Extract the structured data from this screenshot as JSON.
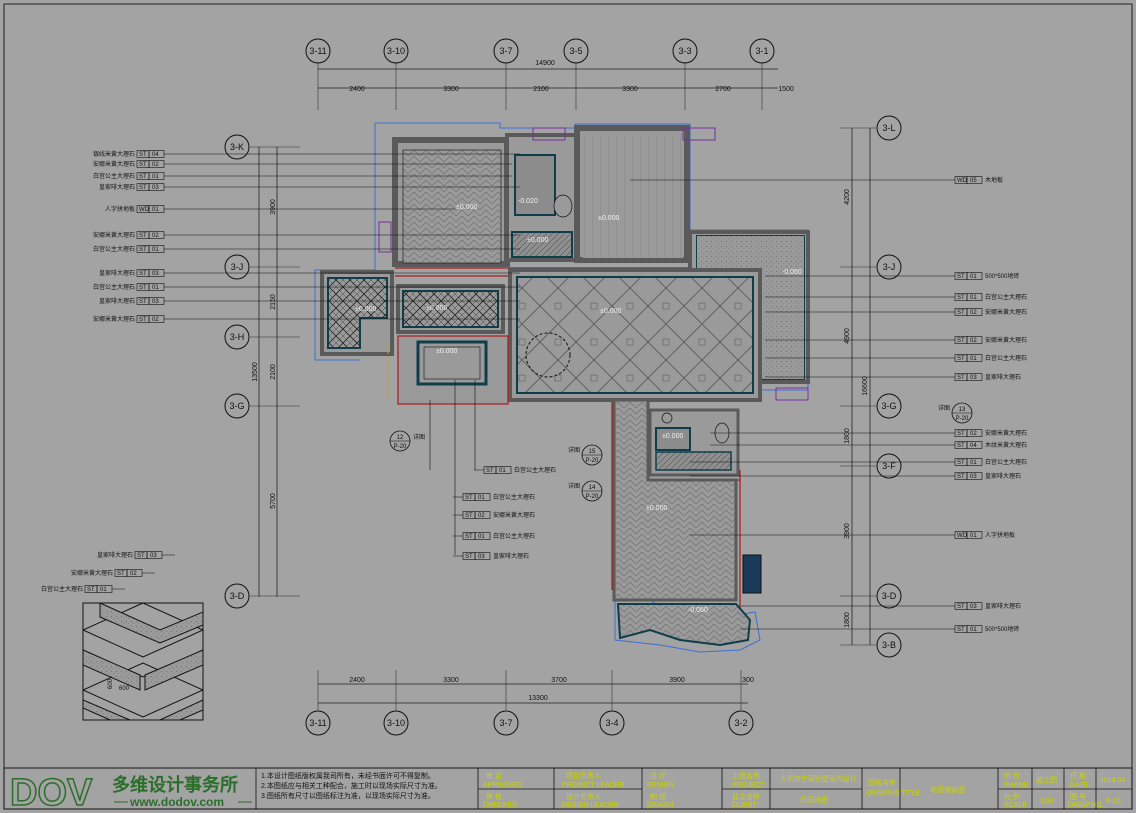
{
  "drawing": {
    "top_axes": [
      "3-11",
      "3-10",
      "3-7",
      "3-5",
      "3-3",
      "3-1"
    ],
    "top_dims": [
      "2400",
      "3300",
      "2100",
      "3300",
      "2700",
      "1500"
    ],
    "top_total": "14900",
    "bottom_axes": [
      "3-11",
      "3-10",
      "3-7",
      "3-4",
      "3-2"
    ],
    "bottom_dims": [
      "2400",
      "3300",
      "3700",
      "3900",
      "300"
    ],
    "bottom_total": "13300",
    "left_axes": [
      "3-K",
      "3-J",
      "3-H",
      "3-G",
      "3-D"
    ],
    "left_dims": [
      "3900",
      "2150",
      "2100",
      "5700"
    ],
    "left_total": "13500",
    "right_axes": [
      "3-L",
      "3-J",
      "3-G",
      "3-F",
      "3-D",
      "3-B"
    ],
    "right_dims": [
      "4200",
      "4900",
      "1800",
      "3900",
      "1800"
    ],
    "right_total": "16600",
    "levels": [
      "±0.000",
      "-0.020",
      "±0.000",
      "±0.000",
      "-0.050",
      "±0.000",
      "±0.000",
      "±0.000",
      "±0.000",
      "±0.000",
      "±0.000",
      "-0.050"
    ],
    "left_labels": [
      {
        "text": "银线米黄大理石",
        "code": "ST",
        "num": "04"
      },
      {
        "text": "安娜米黄大理石",
        "code": "ST",
        "num": "02"
      },
      {
        "text": "白宫公主大理石",
        "code": "ST",
        "num": "01"
      },
      {
        "text": "皇家啡大理石",
        "code": "ST",
        "num": "03"
      },
      {
        "text": "人字拼地板",
        "code": "WD",
        "num": "01"
      },
      {
        "text": "安娜米黄大理石",
        "code": "ST",
        "num": "02"
      },
      {
        "text": "白宫公主大理石",
        "code": "ST",
        "num": "01"
      },
      {
        "text": "皇家啡大理石",
        "code": "ST",
        "num": "03"
      },
      {
        "text": "白宫公主大理石",
        "code": "ST",
        "num": "01"
      },
      {
        "text": "皇家啡大理石",
        "code": "ST",
        "num": "03"
      },
      {
        "text": "安娜米黄大理石",
        "code": "ST",
        "num": "02"
      }
    ],
    "right_labels": [
      {
        "text": "木地板",
        "code": "WD",
        "num": "05"
      },
      {
        "text": "500*500地砖",
        "code": "ST",
        "num": "01"
      },
      {
        "text": "白宫公主大理石",
        "code": "ST",
        "num": "01"
      },
      {
        "text": "安娜米黄大理石",
        "code": "ST",
        "num": "02"
      },
      {
        "text": "安娜米黄大理石",
        "code": "ST",
        "num": "02"
      },
      {
        "text": "白宫公主大理石",
        "code": "ST",
        "num": "01"
      },
      {
        "text": "皇家啡大理石",
        "code": "ST",
        "num": "03"
      },
      {
        "text": "安娜米黄大理石",
        "code": "ST",
        "num": "02"
      },
      {
        "text": "木纹米黄大理石",
        "code": "ST",
        "num": "04"
      },
      {
        "text": "白宫公主大理石",
        "code": "ST",
        "num": "01"
      },
      {
        "text": "皇家啡大理石",
        "code": "ST",
        "num": "03"
      },
      {
        "text": "人字拼地板",
        "code": "WD",
        "num": "01"
      },
      {
        "text": "皇家啡大理石",
        "code": "ST",
        "num": "03"
      },
      {
        "text": "500*500地砖",
        "code": "ST",
        "num": "01"
      }
    ],
    "center_labels": [
      {
        "text": "白宫公主大理石",
        "code": "ST",
        "num": "01"
      },
      {
        "text": "白宫公主大理石",
        "code": "ST",
        "num": "01"
      },
      {
        "text": "安娜米黄大理石",
        "code": "ST",
        "num": "02"
      },
      {
        "text": "白宫公主大理石",
        "code": "ST",
        "num": "01"
      },
      {
        "text": "皇家啡大理石",
        "code": "ST",
        "num": "03"
      }
    ],
    "section_marks": [
      {
        "num": "12",
        "sub": "P-20",
        "note": "详图"
      },
      {
        "num": "13",
        "sub": "P-20",
        "note": "详图"
      },
      {
        "num": "15",
        "sub": "P-20",
        "note": "详图"
      },
      {
        "num": "14",
        "sub": "P-20",
        "note": "详图"
      }
    ],
    "detail": {
      "labels": [
        {
          "text": "皇家啡大理石",
          "code": "ST",
          "num": "03"
        },
        {
          "text": "安娜米黄大理石",
          "code": "ST",
          "num": "02"
        },
        {
          "text": "白宫公主大理石",
          "code": "ST",
          "num": "01"
        }
      ],
      "dim_a": "600",
      "dim_b": "600"
    }
  },
  "title_block": {
    "logo": "DOV",
    "firm": "多维设计事务所",
    "url": "www.dodov.com",
    "notes": [
      "1.本设计图纸版权属我司所有，未经书面许可不得复制。",
      "2.本图纸应与相关工种配合，施工时以现场实际尺寸为准。",
      "3.图纸所有尺寸以图纸标注为准，以现场实际尺寸为准。"
    ],
    "approve_label": "审 定",
    "approve_en": "APPROVED",
    "check_label": "审 核",
    "check_en": "CHECKED",
    "proj_lead_label": "项目负责人",
    "proj_lead_en": "PROJECT LEADER",
    "design_lead_label": "设计负责人",
    "design_lead_en": "DESIGN LEADER",
    "design_label": "设 计",
    "design_en": "DESIGN",
    "draw_label": "制 图",
    "draw_en": "DRAWN",
    "project_label": "工程名称",
    "project_en": "PROJECT",
    "project_value": "大明宫世家别墅室内设计",
    "client_label": "业主名称",
    "client_en": "CLIENT",
    "client_value": "负园地面",
    "drawing_name_label": "图纸名称",
    "drawing_name_en": "DRAWING TITLE",
    "drawing_name_value": "地面铺装图",
    "stage_label": "阶 段",
    "stage_en": "PHASE",
    "stage_value": "施工图",
    "scale_label": "比 例",
    "scale_en": "SCALE",
    "scale_value": "1:50",
    "date_label": "日 期",
    "date_en": "DATE",
    "date_value": "2014.03",
    "no_label": "图 号",
    "no_en": "DRAW NO.",
    "no_value": "P-10"
  },
  "colors": {
    "background": "#a3a3a3",
    "line_dark": "#111111",
    "wall": "#5a5a5a",
    "border_teal": "#0f3d4a",
    "red": "#b01818",
    "blue": "#3b6fd1",
    "logo_green": "#2b6e2b",
    "text_yellow": "#c8d400"
  }
}
